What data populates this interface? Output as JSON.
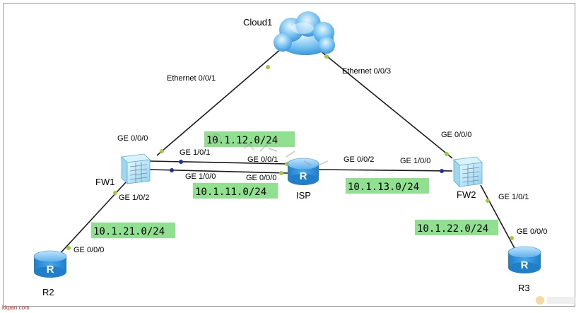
{
  "devices": {
    "cloud1": "Cloud1",
    "fw1": "FW1",
    "fw2": "FW2",
    "isp": "ISP",
    "r2": "R2",
    "r3": "R3"
  },
  "interfaces": {
    "cloud_eth_0_0_1": "Ethernet 0/0/1",
    "cloud_eth_0_0_3": "Ethernet 0/0/3",
    "fw1_ge_0_0_0": "GE 0/0/0",
    "fw1_ge_1_0_1": "GE 1/0/1",
    "fw1_ge_1_0_0": "GE 1/0/0",
    "fw1_ge_1_0_2": "GE 1/0/2",
    "isp_ge_0_0_1": "GE 0/0/1",
    "isp_ge_0_0_0": "GE 0/0/0",
    "isp_ge_0_0_2": "GE 0/0/2",
    "fw2_ge_1_0_0": "GE 1/0/0",
    "fw2_ge_0_0_0": "GE 0/0/0",
    "fw2_ge_1_0_1": "GE 1/0/1",
    "r2_ge_0_0_0": "GE 0/0/0",
    "r3_ge_0_0_0": "GE 0/0/0"
  },
  "networks": {
    "net_12": "10.1.12.0/24",
    "net_11": "10.1.11.0/24",
    "net_13": "10.1.13.0/24",
    "net_21": "10.1.21.0/24",
    "net_22": "10.1.22.0/24"
  },
  "icon_letters": {
    "router": "R"
  },
  "watermark": {
    "corner": "kkpan.com"
  },
  "colors": {
    "link": "#1a1a1a",
    "port_active": "#9ccc3c",
    "port_dot_dark": "#1f2ea3",
    "network_bg": "#8fe08f",
    "router_body": "#2d8fd6",
    "cloud_body": "#5bb3ee",
    "firewall_body": "#bfe6f7"
  }
}
